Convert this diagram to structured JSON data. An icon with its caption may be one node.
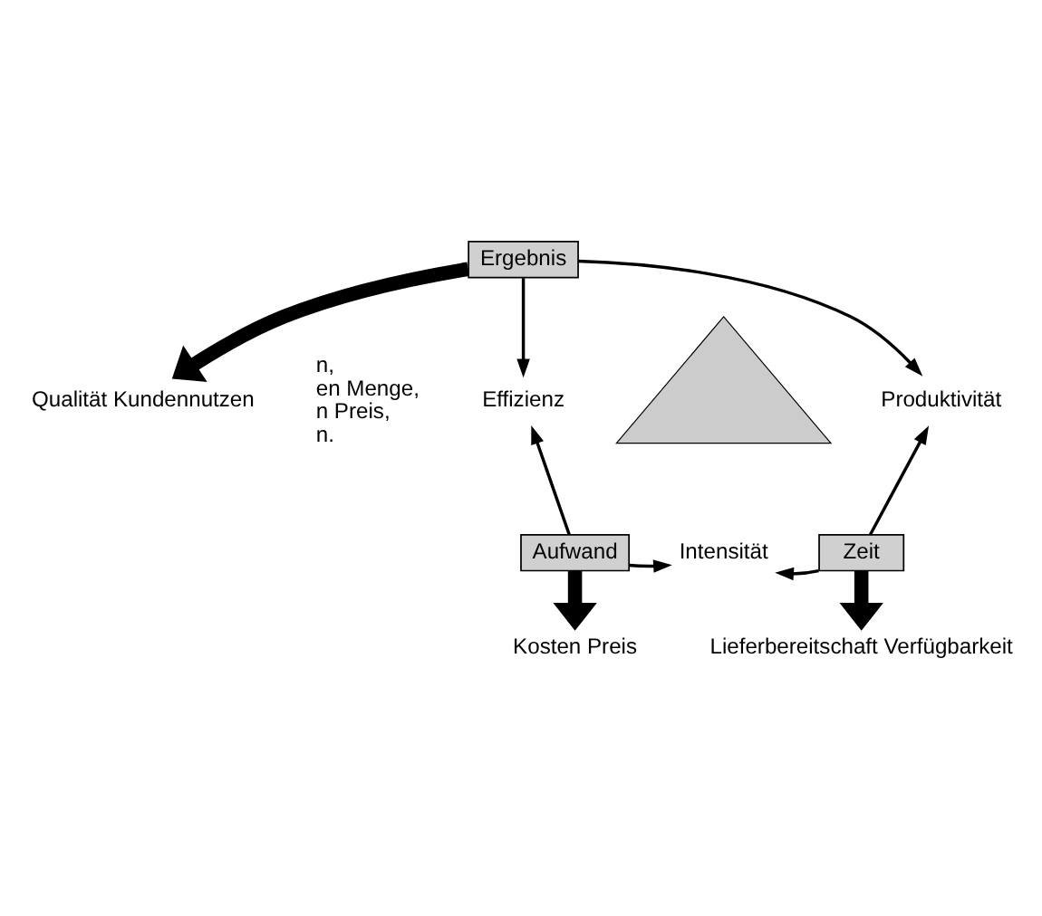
{
  "diagram": {
    "nodes": [
      {
        "text": [
          "Qualität Kundennutzen"
        ]
      },
      {
        "text": [
          "Ergebnis"
        ]
      },
      {
        "text": [
          "Effizienz"
        ]
      },
      {
        "text": [],
        "shape": "triangle"
      },
      {
        "text": [
          "Produktivität"
        ]
      },
      {
        "text": [
          "Aufwand"
        ]
      },
      {
        "text": [
          "Intensität"
        ]
      },
      {
        "text": [
          "Zeit"
        ]
      },
      {
        "text": [
          "Kosten Preis"
        ]
      },
      {
        "text": [
          "Lieferbereitschaft Verfügbarkeit"
        ]
      }
    ],
    "edges": [
      {
        "from": 1,
        "to": 0,
        "arrow": "to",
        "style": "thick"
      },
      {
        "from": 1,
        "to": 2,
        "arrow": "to"
      },
      {
        "from": 1,
        "to": 4,
        "arrow": "to"
      },
      {
        "from": 5,
        "to": 2,
        "arrow": "to"
      },
      {
        "from": 7,
        "to": 4,
        "arrow": "to"
      },
      {
        "from": 5,
        "to": 6,
        "arrow": "to"
      },
      {
        "from": 7,
        "to": 6,
        "arrow": "to"
      },
      {
        "from": 5,
        "to": 8,
        "arrow": "to",
        "style": "thick"
      },
      {
        "from": 7,
        "to": 9,
        "arrow": "to",
        "style": "thick"
      }
    ],
    "labels": [
      "n,",
      "en Menge,",
      "n Preis,",
      "n."
    ]
  }
}
